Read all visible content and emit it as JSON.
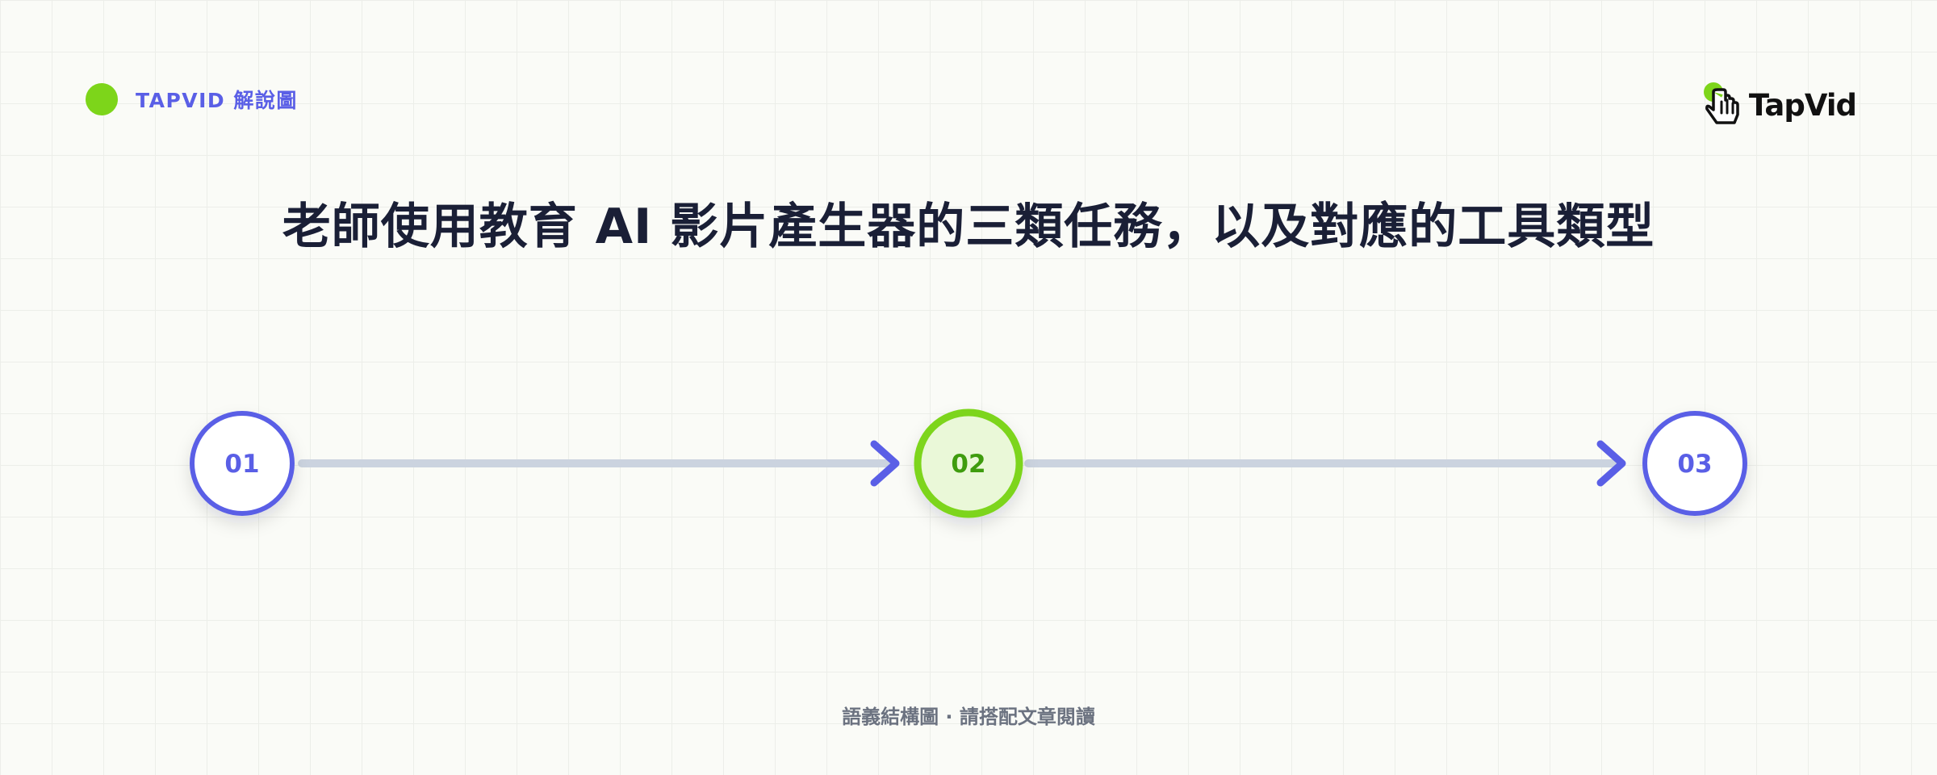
{
  "header": {
    "tag": "TAPVID 解說圖"
  },
  "logo": {
    "wordmark": "TapVid",
    "icon": "pointing-hand-icon"
  },
  "title": "老師使用教育 AI 影片產生器的三類任務，以及對應的工具類型",
  "steps": [
    {
      "label": "01",
      "highlighted": false
    },
    {
      "label": "02",
      "highlighted": true
    },
    {
      "label": "03",
      "highlighted": false
    }
  ],
  "footer": "語義結構圖 · 請搭配文章閱讀",
  "colors": {
    "background": "#fafbf7",
    "grid": "#eceee9",
    "accent_blue": "#5a5fe6",
    "accent_green": "#7dd51a",
    "highlight_fill": "#eaf8d8",
    "highlight_text": "#3f9c0e",
    "connector": "#cbd3df",
    "title": "#1a1f36",
    "footer": "#6b7280"
  }
}
